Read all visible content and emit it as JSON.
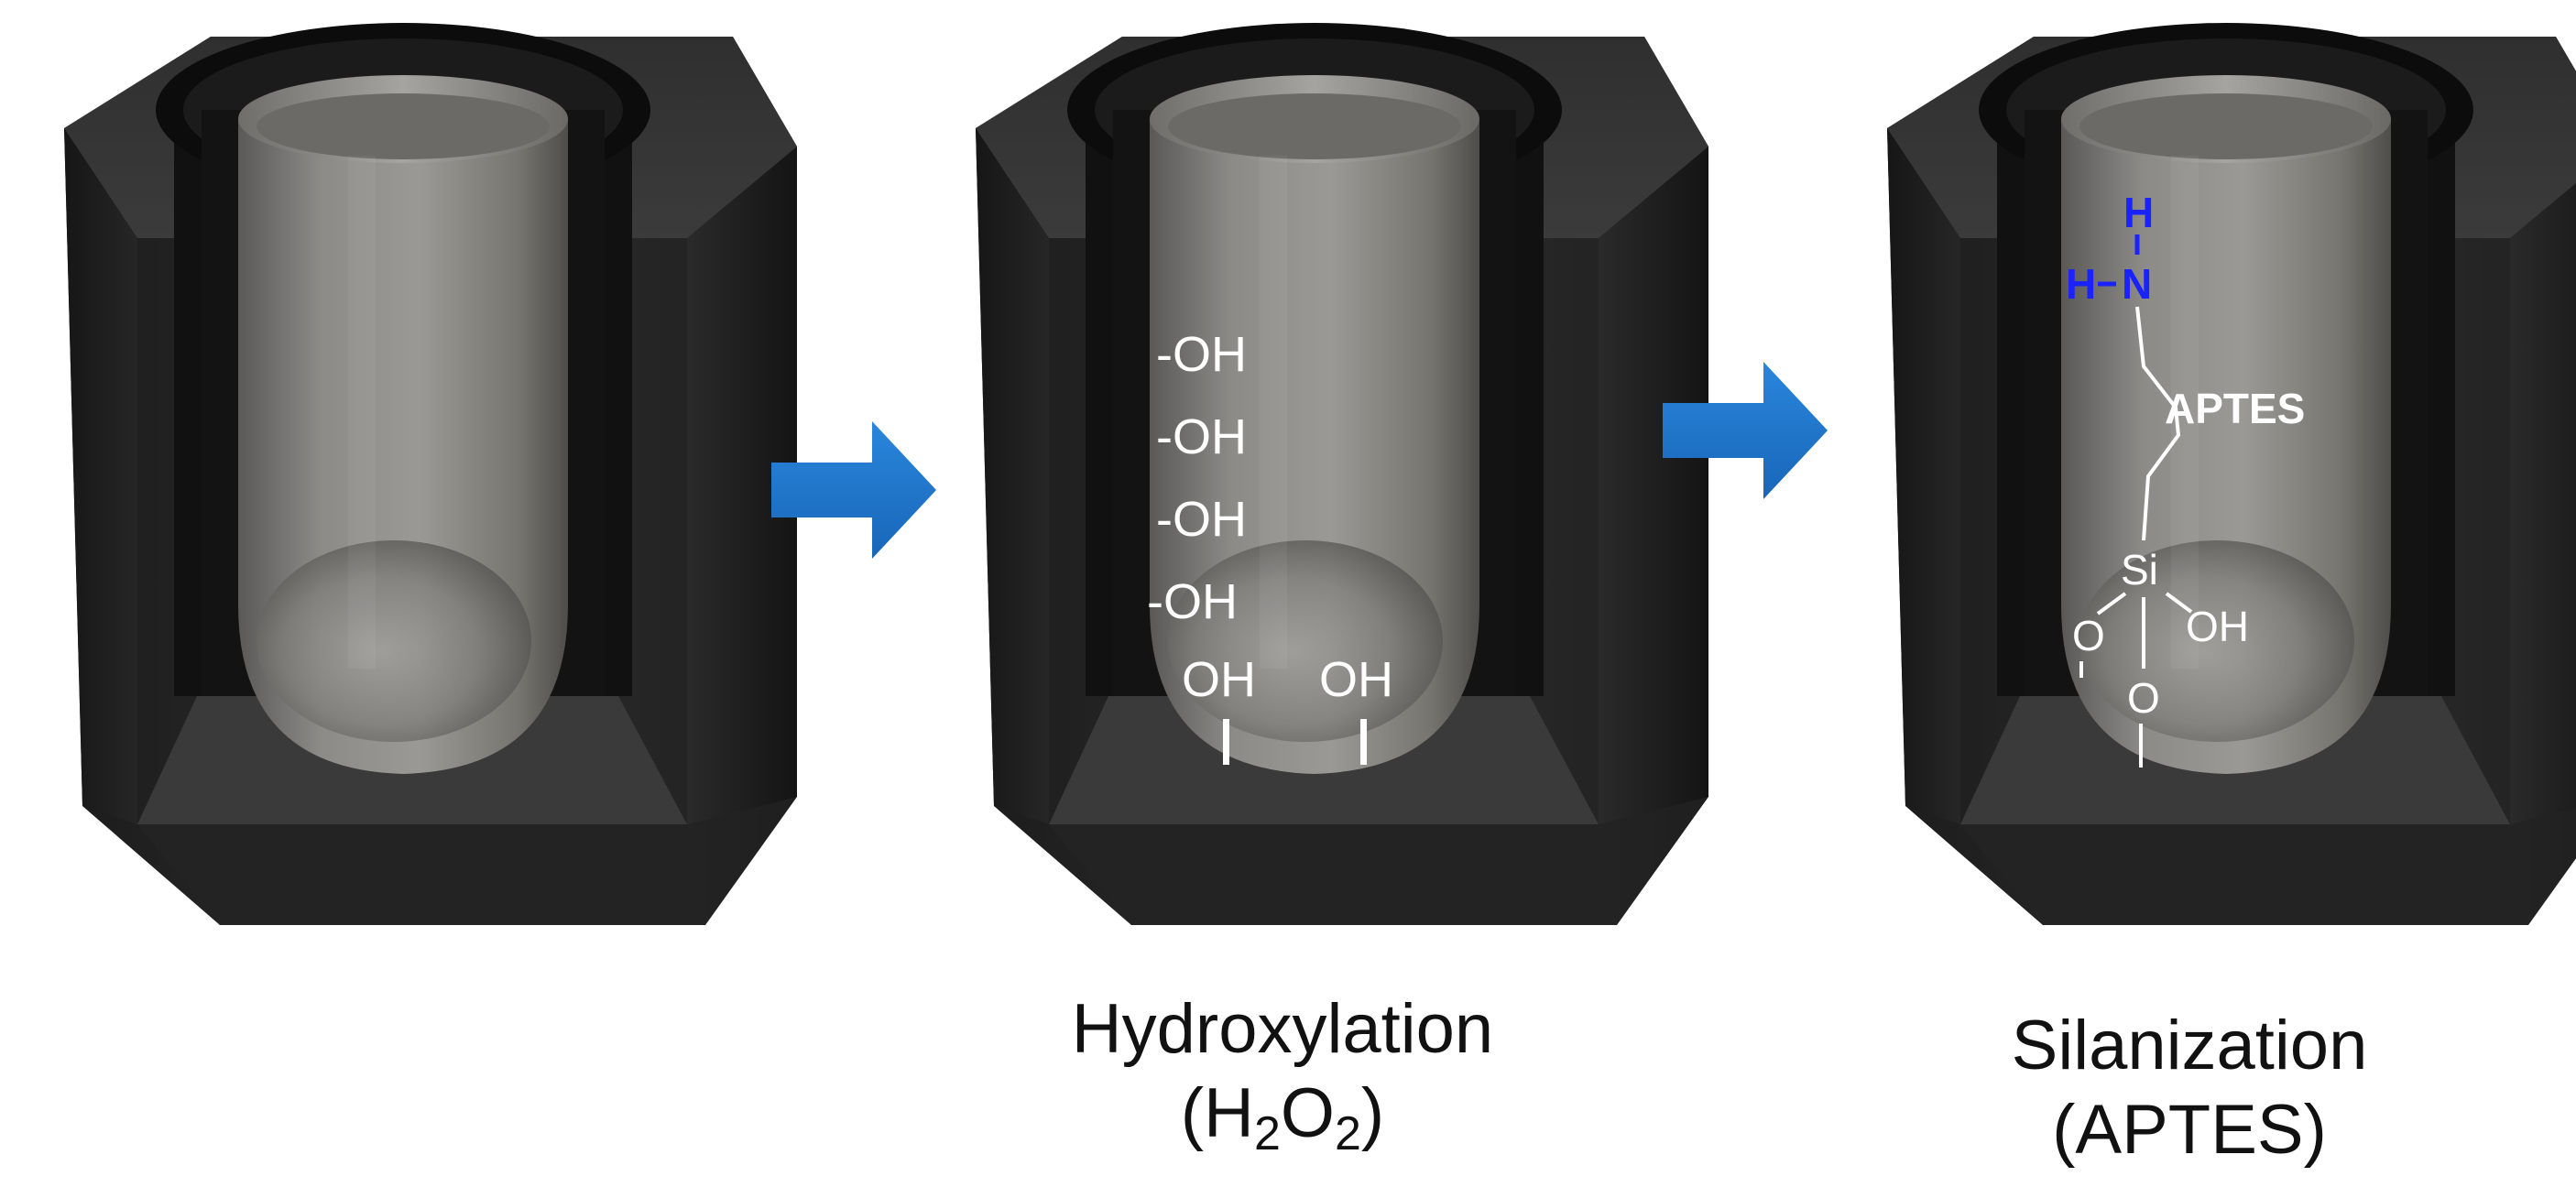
{
  "diagram": {
    "panels": [
      {
        "stage": "untreated",
        "labels": []
      },
      {
        "stage": "hydroxylated",
        "surface_groups": [
          "-OH",
          "-OH",
          "-OH",
          "-OH"
        ],
        "bottom_groups": [
          "OH",
          "OH"
        ]
      },
      {
        "stage": "silanized",
        "molecule": {
          "amine_h_top": "H",
          "amine_h_left": "H",
          "amine_n": "N",
          "name": "APTES",
          "silicon": "Si",
          "hydroxyl": "OH",
          "oxygen_left": "O",
          "oxygen_bottom": "O"
        }
      }
    ],
    "captions": {
      "hydroxylation": {
        "title": "Hydroxylation",
        "reagent_open": "(H",
        "reagent_sub1": "2",
        "reagent_mid": "O",
        "reagent_sub2": "2",
        "reagent_close": ")"
      },
      "silanization": {
        "title": "Silanization",
        "reagent": "(APTES)"
      }
    },
    "colors": {
      "block_face": "#2b2b2b",
      "block_top": "#3a3a3a",
      "block_dark": "#161616",
      "tube": "#8a8986",
      "arrow": "#1f78cf",
      "amine": "#1a22ff",
      "annotation": "#ffffff"
    },
    "icons": [
      "right-arrow-icon",
      "right-arrow-icon"
    ]
  }
}
